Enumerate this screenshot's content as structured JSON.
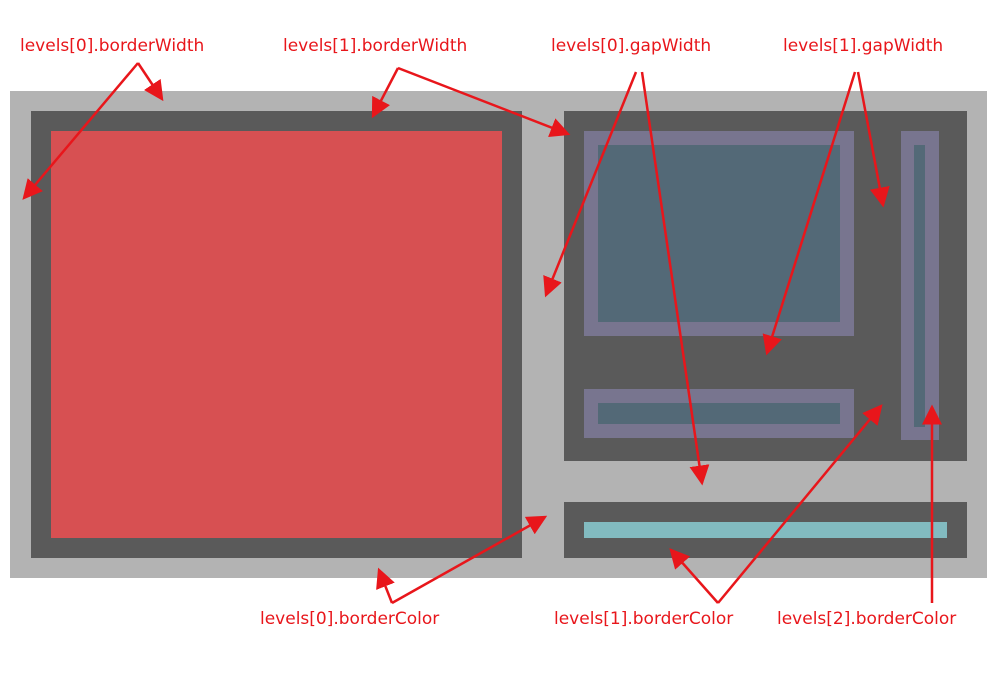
{
  "labels": {
    "l0_borderWidth": "levels[0].borderWidth",
    "l1_borderWidth": "levels[1].borderWidth",
    "l0_gapWidth": "levels[0].gapWidth",
    "l1_gapWidth": "levels[1].gapWidth",
    "l0_borderColor": "levels[0].borderColor",
    "l1_borderColor": "levels[1].borderColor",
    "l2_borderColor": "levels[2].borderColor"
  },
  "colors": {
    "root": "#b3b3b3",
    "level1": "#5a5a5a",
    "red_leaf": "#d75052",
    "level2_border": "#78758f",
    "leaf_blue": "#536977",
    "cyan_leaf": "#82bbc0",
    "arrow": "#e8161b"
  }
}
